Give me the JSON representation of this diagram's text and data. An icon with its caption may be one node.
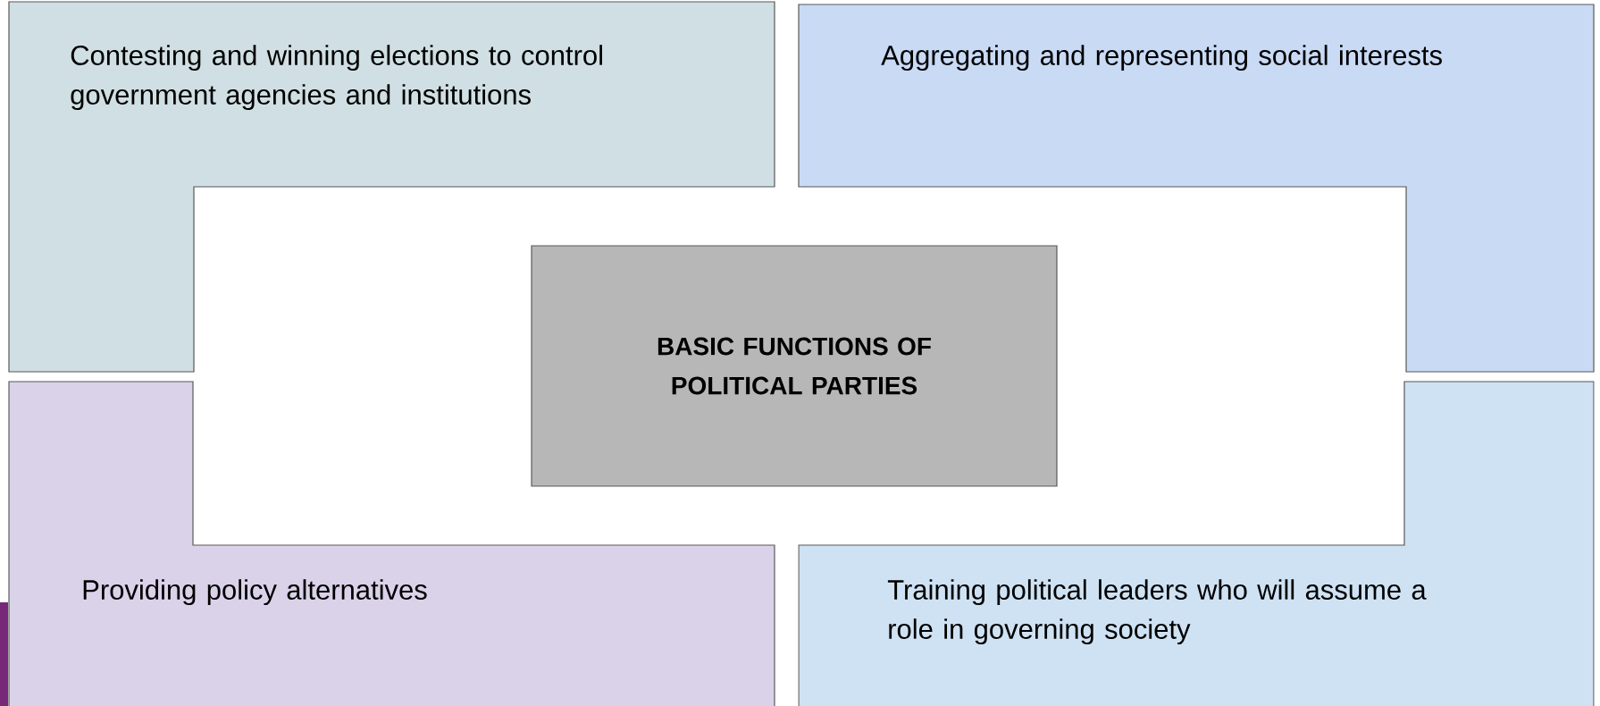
{
  "diagram": {
    "nodes": [
      {
        "text": [
          "Contesting and winning elections to control government agencies and institutions"
        ]
      },
      {
        "text": [
          "Aggregating and representing social interests"
        ]
      },
      {
        "text": [
          "BASIC FUNCTIONS OF POLITICAL PARTIES"
        ]
      },
      {
        "text": [
          "Providing policy alternatives"
        ]
      },
      {
        "text": [
          "Training political leaders who will assume a role in governing society"
        ]
      }
    ]
  }
}
